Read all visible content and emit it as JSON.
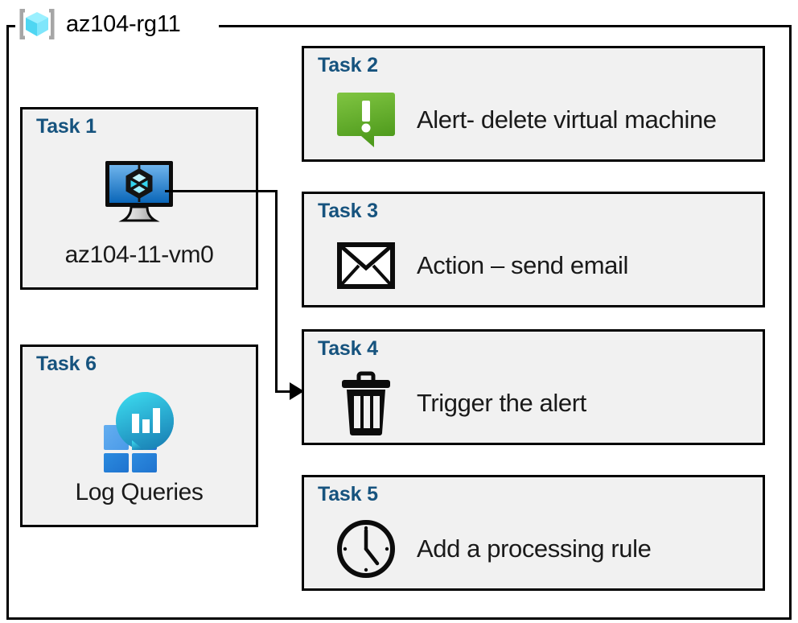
{
  "resource_group": {
    "name": "az104-rg11",
    "icon": "resource-group-cube-icon"
  },
  "colors": {
    "task_title": "#16537e",
    "card_background": "#f1f1f1",
    "card_border": "#000000",
    "alert_green_light": "#7ac143",
    "alert_green_dark": "#4f9c1e",
    "vm_blue_light": "#5fa8e8",
    "vm_blue_dark": "#0c5ba8",
    "log_teal": "#32d0e0",
    "log_blue": "#1f7ed0",
    "rg_cube_cyan": "#68e0f7"
  },
  "cards": [
    {
      "id": "task1",
      "title": "Task 1",
      "label": "az104-11-vm0",
      "icon": "virtual-machine-icon",
      "column": "left"
    },
    {
      "id": "task2",
      "title": "Task 2",
      "label": "Alert- delete virtual machine",
      "icon": "alert-exclamation-icon",
      "column": "right"
    },
    {
      "id": "task3",
      "title": "Task 3",
      "label": "Action – send email",
      "icon": "envelope-icon",
      "column": "right"
    },
    {
      "id": "task4",
      "title": "Task 4",
      "label": "Trigger the alert",
      "icon": "trash-can-icon",
      "column": "right"
    },
    {
      "id": "task5",
      "title": "Task 5",
      "label": "Add a processing rule",
      "icon": "clock-icon",
      "column": "right"
    },
    {
      "id": "task6",
      "title": "Task 6",
      "label": "Log Queries",
      "icon": "log-analytics-icon",
      "column": "left"
    }
  ],
  "connector": {
    "from": "task1-virtual-machine-icon",
    "to": "task4-card",
    "style": "elbow-with-arrowhead"
  }
}
